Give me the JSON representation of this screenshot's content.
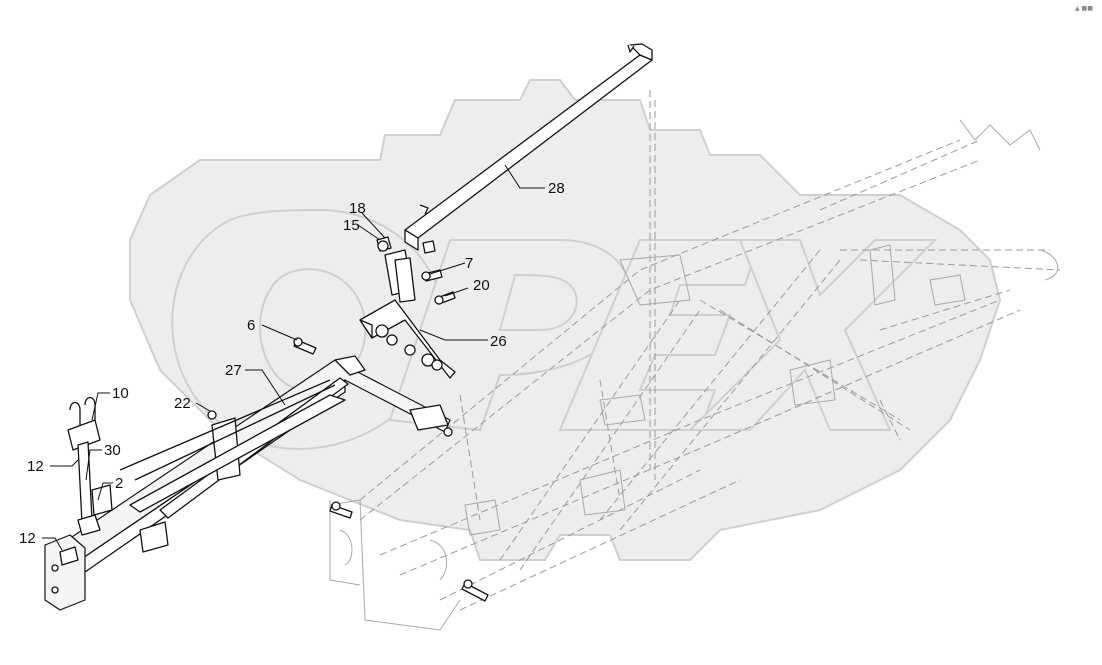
{
  "corner_mark": "▲ ■■",
  "watermark": "OPEX",
  "callouts": [
    {
      "id": "c28",
      "text": "28"
    },
    {
      "id": "c18",
      "text": "18"
    },
    {
      "id": "c15",
      "text": "15"
    },
    {
      "id": "c7",
      "text": "7"
    },
    {
      "id": "c20",
      "text": "20"
    },
    {
      "id": "c6",
      "text": "6"
    },
    {
      "id": "c26",
      "text": "26"
    },
    {
      "id": "c27",
      "text": "27"
    },
    {
      "id": "c22",
      "text": "22"
    },
    {
      "id": "c10",
      "text": "10"
    },
    {
      "id": "c30",
      "text": "30"
    },
    {
      "id": "c12a",
      "text": "12"
    },
    {
      "id": "c2",
      "text": "2"
    },
    {
      "id": "c12b",
      "text": "12"
    }
  ]
}
